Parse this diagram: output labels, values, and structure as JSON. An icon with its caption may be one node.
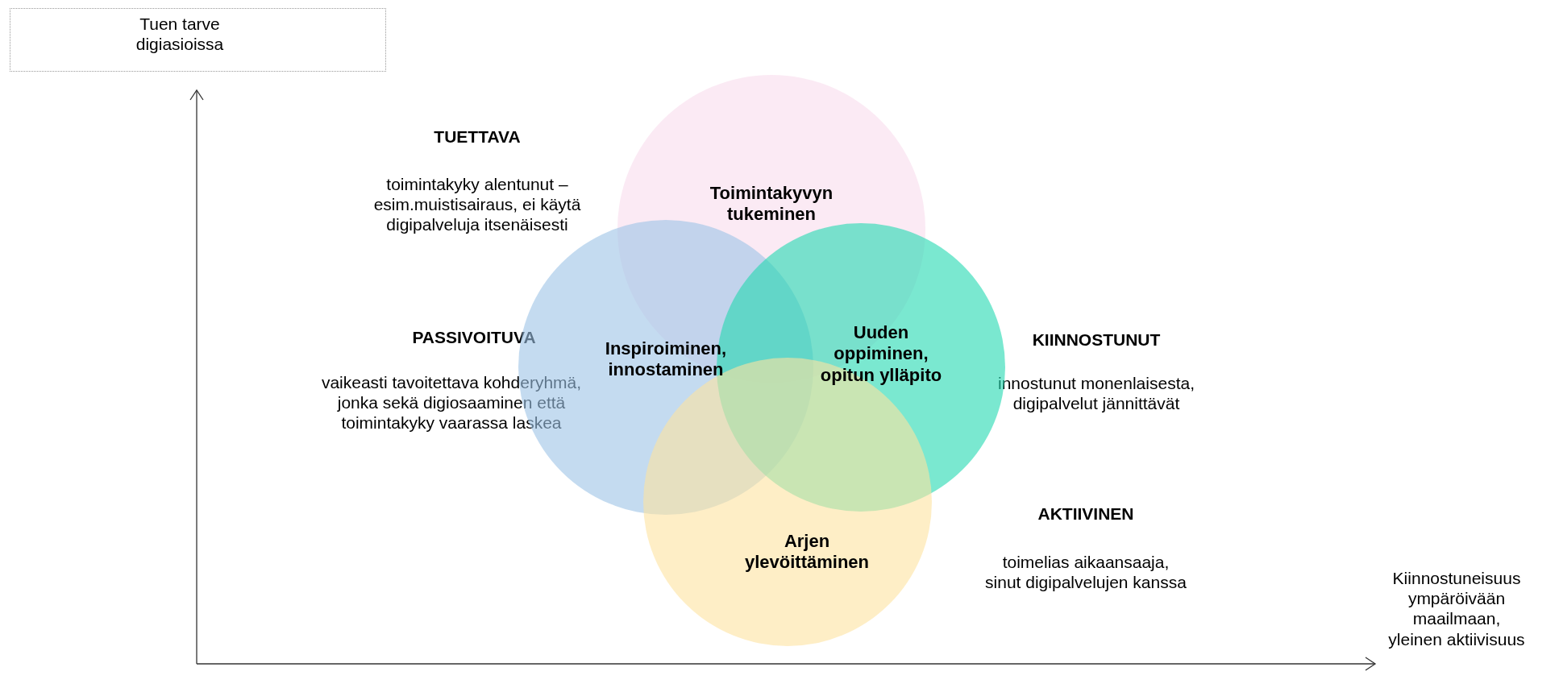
{
  "diagram": {
    "nodes": [
      {
        "text": [
          "Tuen tarve digiasioissa"
        ]
      },
      {
        "text": [
          "Toimintakyvyn tukeminen"
        ]
      },
      {
        "text": [
          "Inspiroiminen, innostaminen"
        ]
      },
      {
        "text": [
          "Uuden oppiminen, opitun ylläpito"
        ]
      },
      {
        "text": [
          "Arjen ylevöittäminen"
        ]
      }
    ],
    "labels": [
      "TUETTAVA",
      "toimintakyky alentunut –  esim.muistisairaus, ei käytä digipalveluja itsenäisesti",
      "PASSIVOITUVA",
      "vaikeasti tavoitettava kohderyhmä, jonka sekä digiosaaminen että toimintakyky vaarassa laskea",
      "KIINNOSTUNUT",
      "innostunut monenlaisesta, digipalvelut jännittävät",
      "AKTIIVINEN",
      "toimelias aikaansaaja, sinut digipalvelujen kanssa",
      "Kiinnostuneisuus ympäröivään maailmaan, yleinen aktiivisuus"
    ]
  }
}
